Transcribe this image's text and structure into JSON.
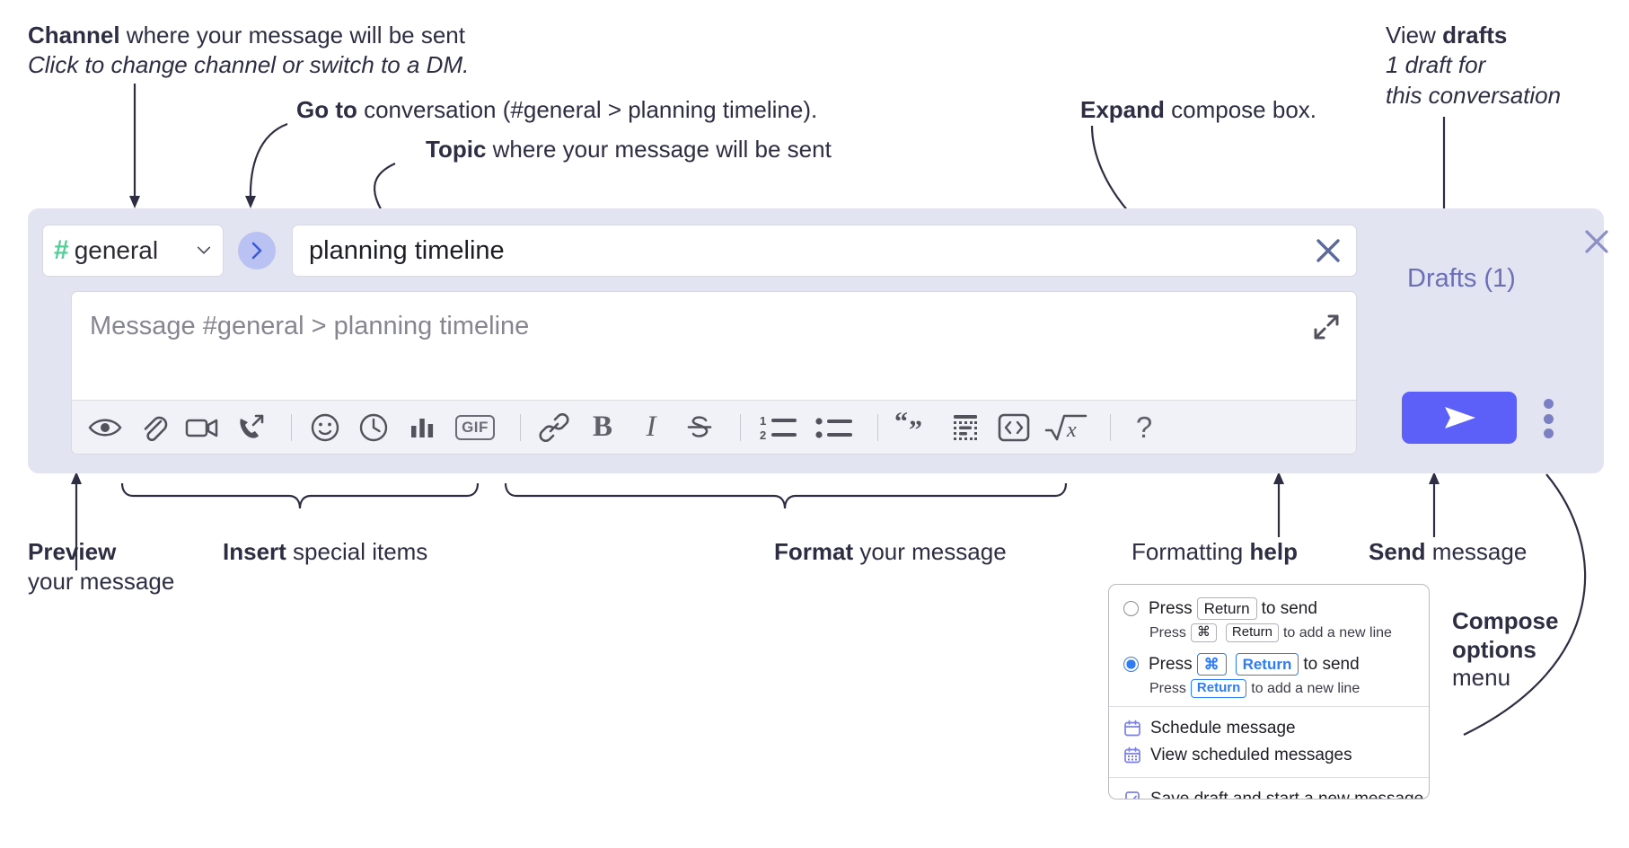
{
  "annotations": {
    "channel": {
      "bold": "Channel",
      "rest": " where your message will be sent",
      "italic": "Click to change channel or switch to a DM."
    },
    "goto": {
      "bold": "Go to",
      "rest": " conversation (#general > planning timeline)."
    },
    "topic": {
      "bold": "Topic",
      "rest": " where your message will be sent"
    },
    "expand": {
      "bold": "Expand",
      "rest": " compose box."
    },
    "drafts": {
      "line1_plain": "View ",
      "line1_bold": "drafts",
      "line2": "1 draft for",
      "line3": "this conversation"
    },
    "preview": {
      "bold": "Preview",
      "line2": "your message"
    },
    "insert": {
      "bold": "Insert",
      "rest": " special items"
    },
    "format": {
      "bold": "Format",
      "rest": " your message"
    },
    "help": {
      "plain": "Formatting ",
      "bold": "help"
    },
    "send": {
      "bold": "Send",
      "rest": " message"
    },
    "compose_options": {
      "line1": "Compose",
      "line2": "options",
      "line3": "menu"
    }
  },
  "compose": {
    "channel": {
      "hash": "#",
      "name": "general",
      "chevron": "chevron-down-icon"
    },
    "goto_button": "go-to-conversation-icon",
    "topic": {
      "value": "planning timeline",
      "clear": "close-icon"
    },
    "message": {
      "placeholder": "Message #general > planning timeline",
      "expand": "expand-icon"
    },
    "toolbar": [
      {
        "name": "preview-icon",
        "label": "Preview"
      },
      {
        "name": "attachment-icon",
        "label": "Attach file"
      },
      {
        "name": "video-icon",
        "label": "Record video clip"
      },
      {
        "name": "huddle-icon",
        "label": "Huddle"
      },
      {
        "name": "separator",
        "label": ""
      },
      {
        "name": "emoji-icon",
        "label": "Emoji"
      },
      {
        "name": "clock-icon",
        "label": "Reminder"
      },
      {
        "name": "poll-icon",
        "label": "Poll"
      },
      {
        "name": "gif-icon",
        "label": "GIF"
      },
      {
        "name": "separator",
        "label": ""
      },
      {
        "name": "link-icon",
        "label": "Link"
      },
      {
        "name": "bold-icon",
        "label": "B"
      },
      {
        "name": "italic-icon",
        "label": "I"
      },
      {
        "name": "strikethrough-icon",
        "label": "Strikethrough"
      },
      {
        "name": "separator",
        "label": ""
      },
      {
        "name": "ordered-list-icon",
        "label": "Ordered list"
      },
      {
        "name": "bulleted-list-icon",
        "label": "Bulleted list"
      },
      {
        "name": "separator",
        "label": ""
      },
      {
        "name": "blockquote-icon",
        "label": "Blockquote"
      },
      {
        "name": "code-block-icon",
        "label": "Code block"
      },
      {
        "name": "code-icon",
        "label": "Code"
      },
      {
        "name": "math-icon",
        "label": "Math"
      },
      {
        "name": "separator",
        "label": ""
      },
      {
        "name": "help-icon",
        "label": "?"
      }
    ],
    "rail": {
      "close": "close-icon",
      "drafts_label": "Drafts (1)",
      "send": "send-icon",
      "more": "kebab-menu-icon"
    }
  },
  "popup": {
    "options": [
      {
        "selected": false,
        "main": {
          "pre": "Press ",
          "key1": "Return",
          "post": " to send"
        },
        "sub": {
          "pre": "Press ",
          "key1": "⌘",
          "key2": "Return",
          "post": " to add a new line"
        }
      },
      {
        "selected": true,
        "main": {
          "pre": "Press ",
          "key1": "⌘",
          "key2": "Return",
          "post": " to send"
        },
        "sub": {
          "pre": "Press ",
          "key1": "Return",
          "post": " to add a new line"
        }
      }
    ],
    "menu": [
      {
        "icon": "calendar-schedule-icon",
        "label": "Schedule message"
      },
      {
        "icon": "calendar-grid-icon",
        "label": "View scheduled messages"
      },
      {
        "icon": "save-draft-icon",
        "label": "Save draft and start a new message"
      }
    ]
  },
  "colors": {
    "panel_bg": "#e2e4f1",
    "send_purple": "#5c5ff8",
    "drafts_link": "#6b6fb5",
    "hash_green": "#4ecf94",
    "goto_circle": "#b9c2f2",
    "accent_blue": "#2f7df6",
    "menu_icon_purple": "#7b7fe0"
  }
}
